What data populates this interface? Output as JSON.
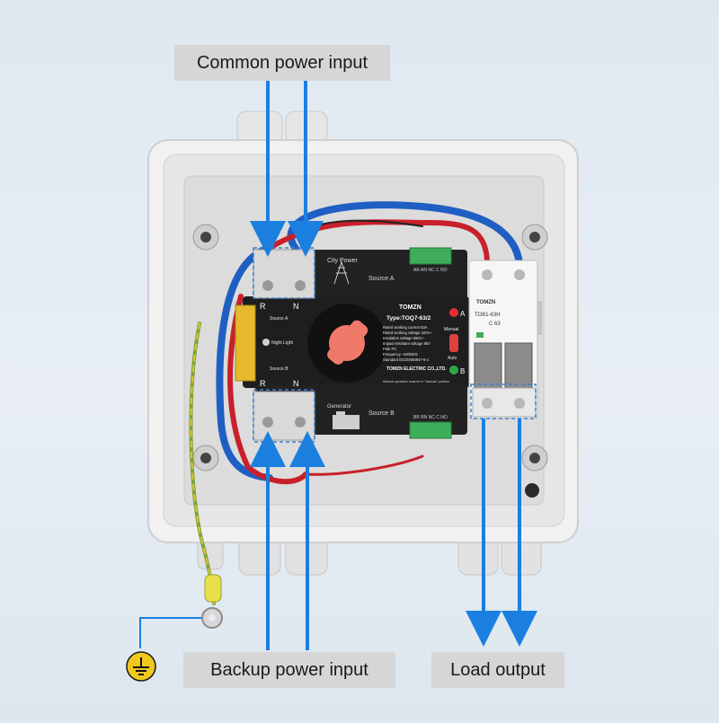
{
  "labels": {
    "common_power_input": "Common power input",
    "backup_power_input": "Backup power input",
    "load_output": "Load output"
  },
  "device": {
    "brand": "TOMZN",
    "type": "Type:TOQ7-63/2",
    "maker": "TOMZN ELECTRIC CO.,LTD.",
    "source_a_tag": "Source A",
    "source_b_tag": "Source B",
    "city_power": "City Power",
    "generator": "Generator",
    "source_a": "Source A",
    "source_b": "Source B",
    "night_light": "Night Light",
    "manual": "Manual",
    "auto": "Auto",
    "indicator_a": "A",
    "indicator_b": "B",
    "terminal_a": "AR AN NC C NO",
    "terminal_b": "BR BN NC C NO",
    "terminal_r": "R",
    "terminal_n": "N",
    "specs": [
      "Rated working current        63A",
      "Rated working voltage    220V~",
      "Insulation voltage           690V~",
      "Impact-resistant voltage    8kV",
      "Pole                                   PC",
      "Frequency                    ~50/60Hz",
      "Standard        IEC/EN60947-6-1"
    ],
    "note": "Manual operation must be in \"Manual\" position"
  },
  "breaker": {
    "brand": "TOMZN",
    "model": "TOB1-63H",
    "rating": "C 63"
  },
  "colors": {
    "arrow_blue": "#1b7fe0",
    "wire_blue": "#1f5fc4",
    "wire_red": "#c8202a",
    "enclosure": "#eeeeee",
    "device_body": "#1f1f1f",
    "knob": "#f07a6a",
    "background": "#e1e9f1"
  },
  "icons": [
    "ground-symbol-icon",
    "pylon-icon",
    "generator-icon",
    "bulb-icon"
  ]
}
